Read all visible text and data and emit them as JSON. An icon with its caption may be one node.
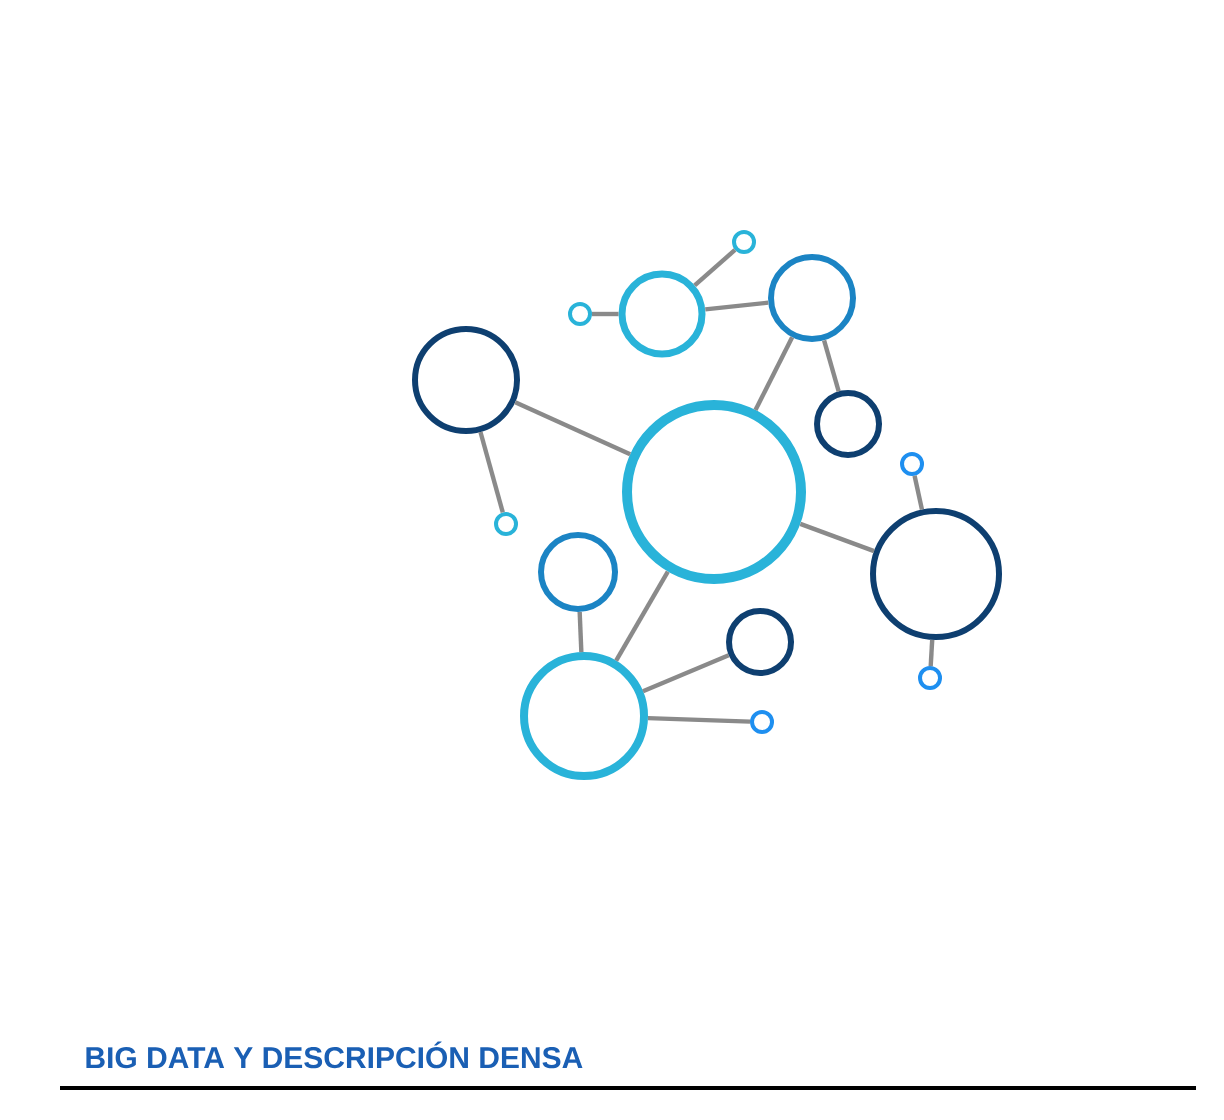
{
  "diagram": {
    "title": "BIG DATA Y DESCRIPCIÓN DENSA",
    "nodes": [
      {
        "text": [],
        "shape": "circle"
      },
      {
        "text": [],
        "shape": "circle"
      },
      {
        "text": [],
        "shape": "circle"
      },
      {
        "text": [],
        "shape": "circle"
      },
      {
        "text": [],
        "shape": "circle"
      },
      {
        "text": [],
        "shape": "circle"
      },
      {
        "text": [],
        "shape": "circle"
      },
      {
        "text": [],
        "shape": "circle"
      },
      {
        "text": [],
        "shape": "circle"
      },
      {
        "text": [],
        "shape": "circle"
      },
      {
        "text": [],
        "shape": "circle"
      },
      {
        "text": [],
        "shape": "circle"
      },
      {
        "text": [],
        "shape": "circle"
      },
      {
        "text": [],
        "shape": "circle"
      },
      {
        "text": [],
        "shape": "circle"
      }
    ],
    "edges": [
      {
        "from": 0,
        "to": 2,
        "arrow": "none"
      },
      {
        "from": 3,
        "to": 2,
        "arrow": "none"
      },
      {
        "from": 2,
        "to": 1,
        "arrow": "none"
      },
      {
        "from": 1,
        "to": 6,
        "arrow": "none"
      },
      {
        "from": 1,
        "to": 5,
        "arrow": "none"
      },
      {
        "from": 4,
        "to": 6,
        "arrow": "none"
      },
      {
        "from": 4,
        "to": 9,
        "arrow": "none"
      },
      {
        "from": 6,
        "to": 8,
        "arrow": "none"
      },
      {
        "from": 7,
        "to": 8,
        "arrow": "none"
      },
      {
        "from": 8,
        "to": 13,
        "arrow": "none"
      },
      {
        "from": 6,
        "to": 12,
        "arrow": "none"
      },
      {
        "from": 10,
        "to": 12,
        "arrow": "none"
      },
      {
        "from": 12,
        "to": 11,
        "arrow": "none"
      },
      {
        "from": 12,
        "to": 14,
        "arrow": "none"
      }
    ]
  }
}
